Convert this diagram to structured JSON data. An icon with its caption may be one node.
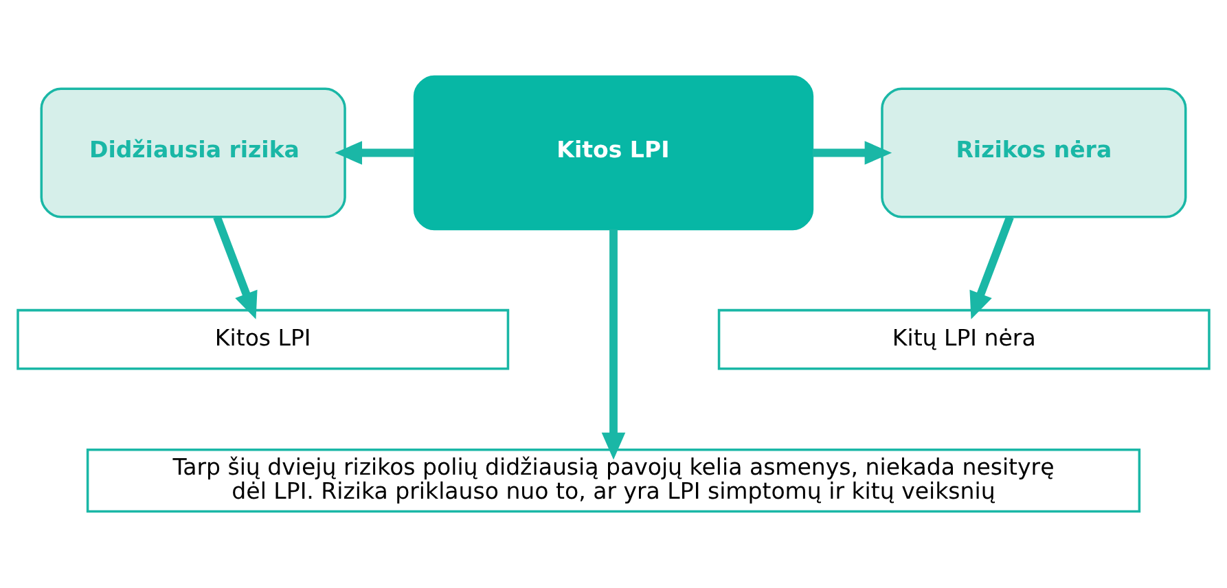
{
  "diagram": {
    "nodes": [
      {
        "text": [
          "Didžiausia rizika"
        ]
      },
      {
        "text": [
          "Kitos LPI"
        ]
      },
      {
        "text": [
          "Rizikos nėra"
        ]
      },
      {
        "text": [
          "Kitos LPI"
        ]
      },
      {
        "text": [
          "Kitų LPI nėra"
        ]
      },
      {
        "text": [
          "Tarp šių dviejų rizikos polių didžiausią pavojų kelia asmenys, niekada nesityrę dėl LPI. Rizika priklauso nuo to, ar yra LPI simptomų ir kitų veiksnių"
        ]
      }
    ],
    "edges": [
      {
        "from": 1,
        "to": 0,
        "arrow": "to"
      },
      {
        "from": 1,
        "to": 2,
        "arrow": "to"
      },
      {
        "from": 0,
        "to": 3,
        "arrow": "to"
      },
      {
        "from": 1,
        "to": 5,
        "arrow": "to"
      },
      {
        "from": 2,
        "to": 4,
        "arrow": "to"
      }
    ]
  }
}
